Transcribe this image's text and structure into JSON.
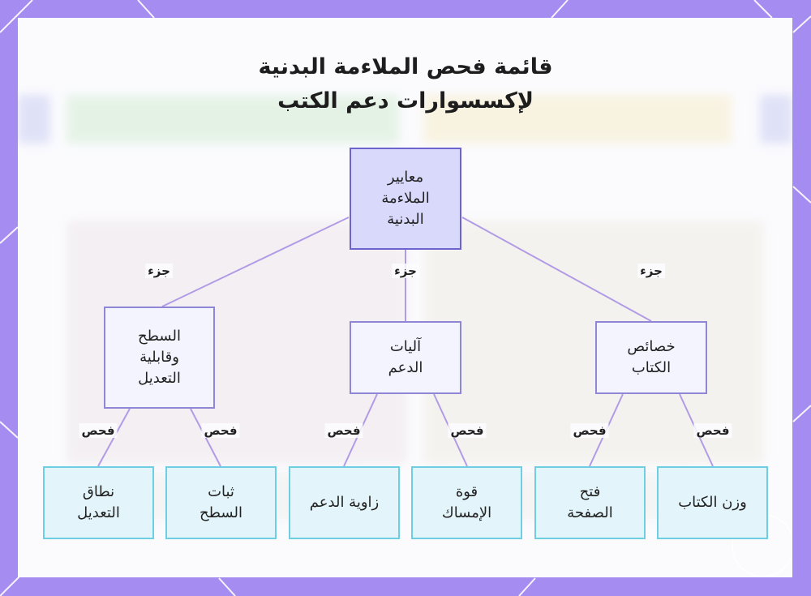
{
  "title": {
    "line1": "قائمة فحص الملاءمة البدنية",
    "line2": "لإكسسوارات دعم الكتب"
  },
  "colors": {
    "frame": "#a58cf0",
    "root_fill": "#d9d9fb",
    "root_border": "#6c63cf",
    "mid_fill": "#f4f4ff",
    "mid_border": "#8f86d6",
    "leaf_fill": "#e3f5fa",
    "leaf_border": "#6ecfe2",
    "edge": "#b19be6"
  },
  "diagram": {
    "root": {
      "label": "معايير\nالملاءمة\nالبدنية"
    },
    "categories": [
      {
        "label": "السطح\nوقابلية\nالتعديل",
        "edge_label": "جزء"
      },
      {
        "label": "آليات\nالدعم",
        "edge_label": "جزء"
      },
      {
        "label": "خصائص\nالكتاب",
        "edge_label": "جزء"
      }
    ],
    "checks": [
      {
        "label": "نطاق\nالتعديل",
        "edge_label": "فحص"
      },
      {
        "label": "ثبات\nالسطح",
        "edge_label": "فحص"
      },
      {
        "label": "زاوية الدعم",
        "edge_label": "فحص"
      },
      {
        "label": "قوة\nالإمساك",
        "edge_label": "فحص"
      },
      {
        "label": "فتح\nالصفحة",
        "edge_label": "فحص"
      },
      {
        "label": "وزن الكتاب",
        "edge_label": "فحص"
      }
    ]
  },
  "watermark_icon": "book-stand-icon"
}
